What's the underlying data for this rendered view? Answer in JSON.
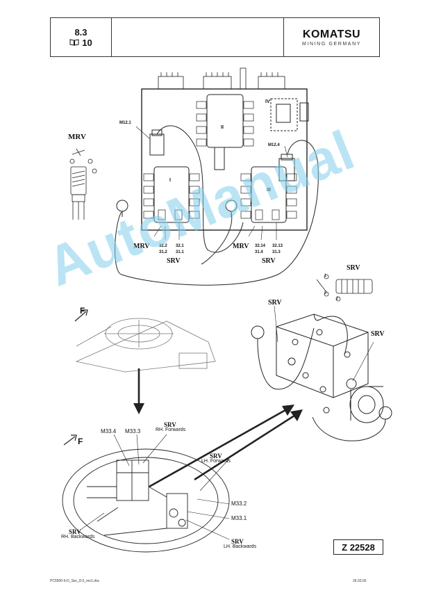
{
  "header": {
    "section": "8.3",
    "page_number": "10",
    "brand": "KOMATSU",
    "brand_sub": "MINING GERMANY"
  },
  "labels": {
    "mrv_top": "MRV",
    "m12_1": "M12.1",
    "m12_4": "M12.4",
    "block_I": "I",
    "block_II": "II",
    "block_III": "III",
    "block_IV": "IV",
    "mrv_left": "MRV",
    "p32_2": "32.2",
    "p31_2": "31.2",
    "p32_1": "32.1",
    "p31_1": "31.1",
    "srv_left": "SRV",
    "mrv_right": "MRV",
    "p32_14": "32.14",
    "p31_4": "31.4",
    "p32_13": "32.13",
    "p31_3": "31.3",
    "srv_right": "SRV",
    "srv_detail": "SRV",
    "srv_block_top": "SRV",
    "srv_block_right": "SRV",
    "m33_4": "M33.4",
    "m33_3": "M33.3",
    "srv_rh_fwd": "SRV",
    "rh_forwards": "RH. Forwards",
    "srv_lh_fwd": "SRV",
    "lh_forwards": "LH. Forwards",
    "m33_2": "M33.2",
    "m33_1": "M33.1",
    "srv_rh_bwd": "SRV",
    "rh_backwards": "RH. Backwards",
    "srv_lh_bwd": "SRV",
    "lh_backwards": "LH. Backwards",
    "f_top": "F",
    "f_bottom": "F",
    "detail_1": "1",
    "detail_2": "2",
    "detail_3": "3"
  },
  "figure_number": "Z 22528",
  "watermark": "AutoManual",
  "footer": {
    "doc": "PC5500-6-D_Sec_8-3_rev1.doc",
    "date": "26.03.03"
  }
}
